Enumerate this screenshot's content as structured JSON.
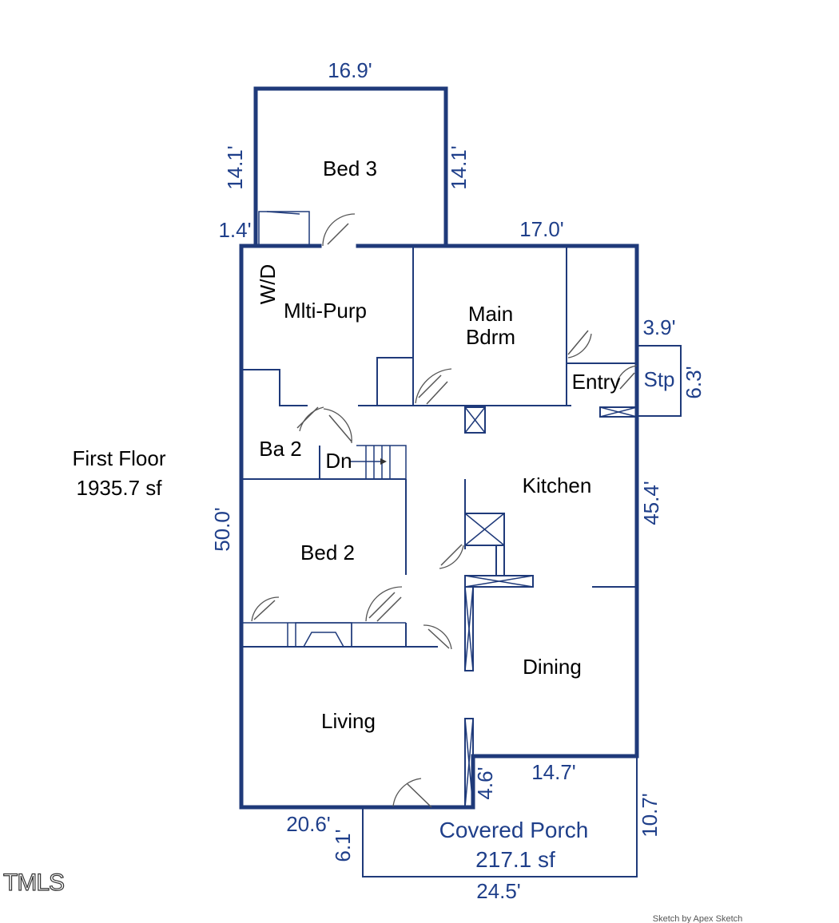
{
  "colors": {
    "walls": "#1f3a7a",
    "dimensions": "#1f3f8a",
    "rooms": "#000000"
  },
  "floor": {
    "name": "First Floor",
    "area": "1935.7 sf"
  },
  "rooms": {
    "bed3": "Bed 3",
    "wd": "W/D",
    "multi_purpose": "Mlti-Purp",
    "main_bdrm_line1": "Main",
    "main_bdrm_line2": "Bdrm",
    "entry": "Entry",
    "stoop": "Stp",
    "bath2": "Ba 2",
    "stairs_down": "Dn",
    "kitchen": "Kitchen",
    "bed2": "Bed 2",
    "dining": "Dining",
    "living": "Living",
    "porch_name": "Covered Porch",
    "porch_area": "217.1 sf"
  },
  "dimensions": {
    "bed3_width": "16.9'",
    "bed3_left": "14.1'",
    "bed3_right": "14.1'",
    "offset_left": "1.4'",
    "top_right": "17.0'",
    "stoop_width": "3.9'",
    "stoop_depth": "6.3'",
    "right_side": "45.4'",
    "left_side": "50.0'",
    "porch_notch": "4.6'",
    "porch_top": "14.7'",
    "porch_right": "10.7'",
    "bottom_left": "20.6'",
    "porch_left": "6.1'",
    "porch_bottom": "24.5'"
  },
  "footer": {
    "logo": "TMLS",
    "credit": "Sketch by Apex Sketch"
  }
}
